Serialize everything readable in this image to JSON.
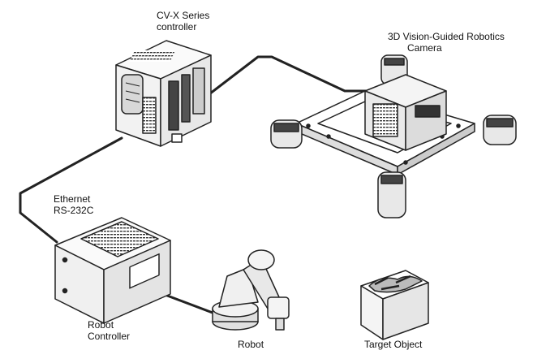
{
  "labels": {
    "controller": [
      "CV-X Series",
      "controller"
    ],
    "camera": [
      "3D Vision-Guided Robotics",
      "Camera"
    ],
    "connection": [
      "Ethernet",
      "RS-232C"
    ],
    "robot_controller": [
      "Robot",
      "Controller"
    ],
    "robot": "Robot",
    "target": "Target Object"
  },
  "icons": [
    "controller-unit-icon",
    "robotics-camera-icon",
    "robot-controller-box-icon",
    "robot-arm-icon",
    "parts-bin-icon"
  ]
}
